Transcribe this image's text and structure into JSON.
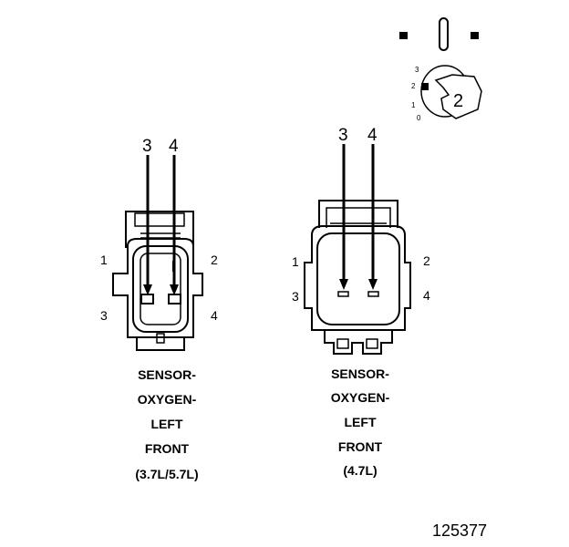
{
  "meter_icon": {
    "scale": [
      "3",
      "2",
      "1",
      "0"
    ],
    "setting": "2"
  },
  "connector_left": {
    "probe_labels": [
      "3",
      "4"
    ],
    "pin_labels": [
      "1",
      "2",
      "3",
      "4"
    ],
    "caption": [
      "SENSOR-",
      "OXYGEN-",
      "LEFT",
      "FRONT",
      "(3.7L/5.7L)"
    ]
  },
  "connector_right": {
    "probe_labels": [
      "3",
      "4"
    ],
    "pin_labels": [
      "1",
      "2",
      "3",
      "4"
    ],
    "caption": [
      "SENSOR-",
      "OXYGEN-",
      "LEFT",
      "FRONT",
      "(4.7L)"
    ]
  },
  "figure_number": "125377"
}
